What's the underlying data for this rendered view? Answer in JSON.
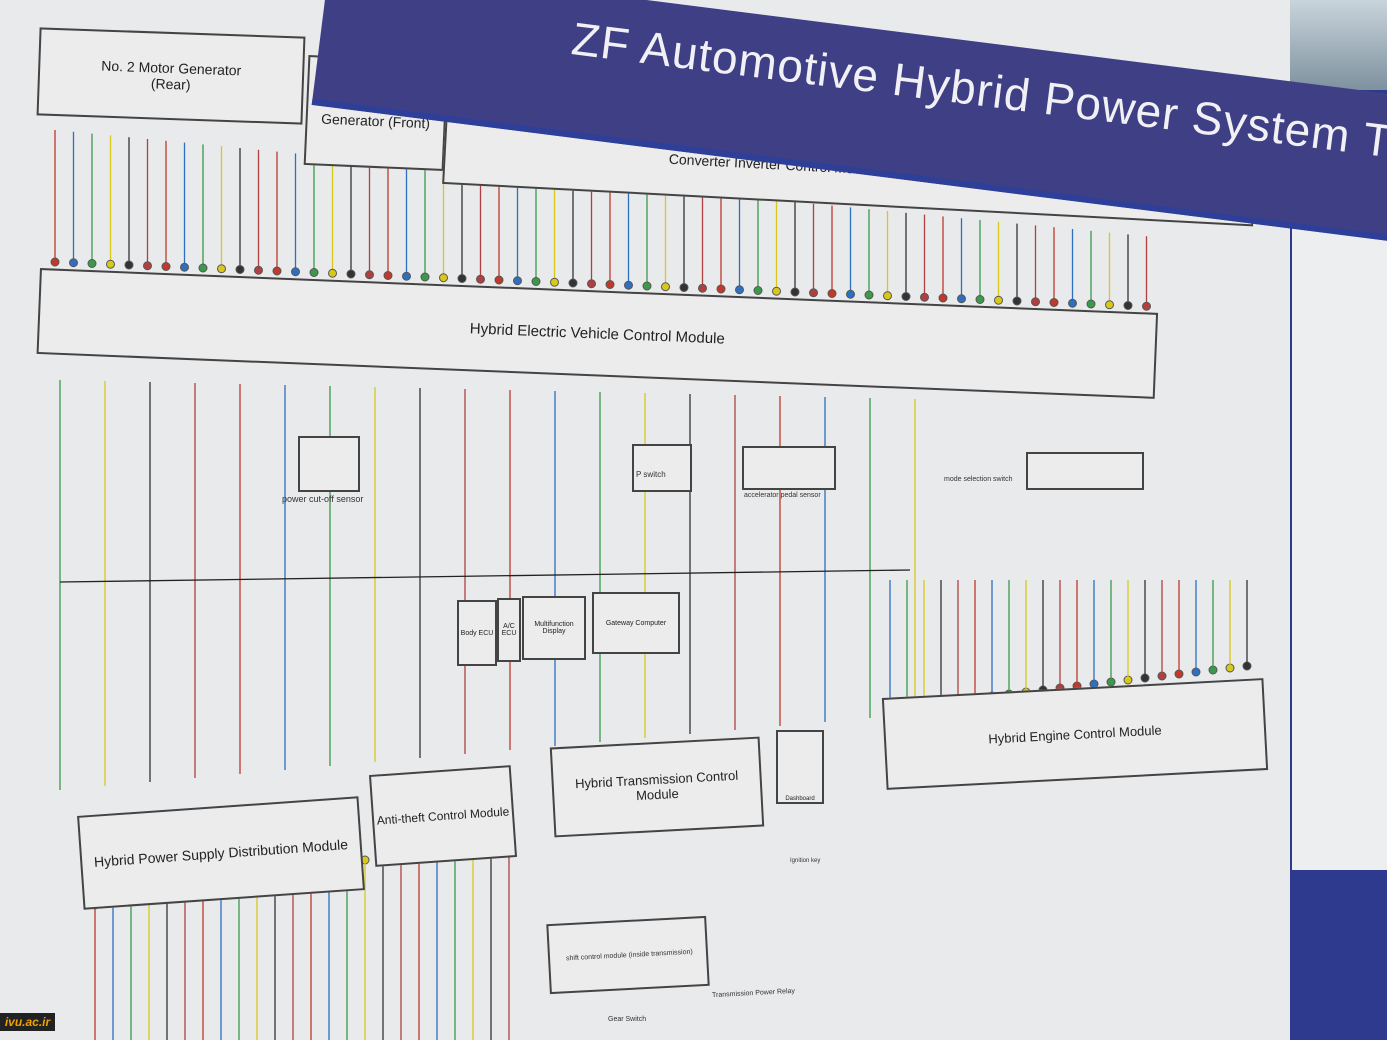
{
  "banner": {
    "title": "ZF Automotive Hybrid Power System Trainer (Toyota Prius"
  },
  "modules": {
    "mg2": "No. 2 Motor Generator (Rear)",
    "mg1": "No. 1 Motor Generator (Front)",
    "inverter": "Converter Inverter Control Module",
    "hv": "Hybrid Electric Vehicle Control Module",
    "psd": "Hybrid Power Supply Distribution Module",
    "antitheft": "Anti-theft Control Module",
    "htcm": "Hybrid Transmission Control Module",
    "ecm": "Hybrid Engine Control Module",
    "body_ecu": "Body ECU",
    "ac_ecu": "A/C ECU",
    "multi": "Multifunction Display",
    "gateway": "Gateway Computer",
    "dashboard": "Dashboard"
  },
  "labels": {
    "power_cutoff": "power cut-off sensor",
    "accel": "accelerator pedal sensor",
    "pswitch": "P switch",
    "mode": "mode selection switch",
    "shift": "shift control module (inside transmission)",
    "tpr": "Transmission Power Relay",
    "gear": "Gear Switch",
    "ignition": "Ignition key"
  },
  "watermark": "ivu.ac.ir",
  "colors": {
    "banner": "#3f3f86",
    "board": "#e9eaec",
    "wire_red": "#c0392b",
    "wire_blue": "#2e6fc0",
    "wire_green": "#3a9a4a",
    "wire_yellow": "#d8c81a"
  }
}
